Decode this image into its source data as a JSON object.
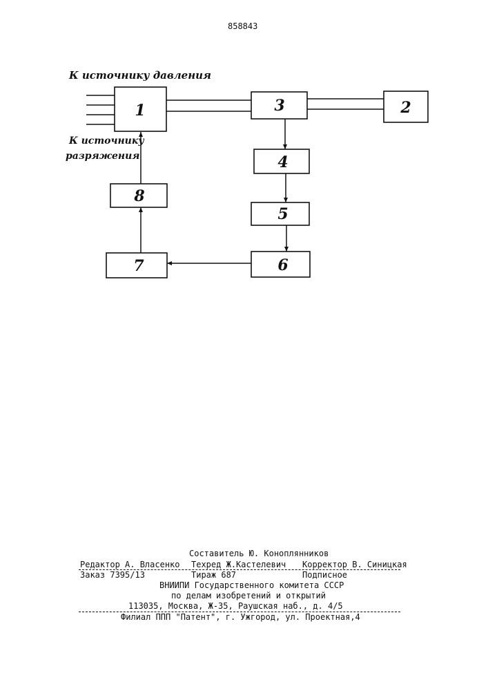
{
  "header": {
    "patent_number": "858843"
  },
  "diagram": {
    "pressure_source_label": "К источнику давления",
    "vacuum_source_label": [
      "К источнику",
      "разряжения"
    ],
    "blocks": [
      {
        "label": "1"
      },
      {
        "label": "2"
      },
      {
        "label": "3"
      },
      {
        "label": "4"
      },
      {
        "label": "5"
      },
      {
        "label": "6"
      },
      {
        "label": "7"
      },
      {
        "label": "8"
      }
    ]
  },
  "imprint": {
    "compiler": "Составитель Ю. Коноплянников",
    "editor": "Редактор А. Власенко",
    "techred": "Техред Ж.Кастелевич",
    "corrector": "Корректор В. Синицкая",
    "order": "Заказ 7395/13",
    "run": "Тираж 687",
    "subscription": "Подписное",
    "institute": "ВНИИПИ Государственного комитета СССР",
    "committee": "по делам изобретений и открытий",
    "address": "113035, Москва, Ж-35, Раушская наб., д. 4/5",
    "branch": "Филиал ППП \"Патент\", г. Ужгород, ул. Проектная,4"
  }
}
